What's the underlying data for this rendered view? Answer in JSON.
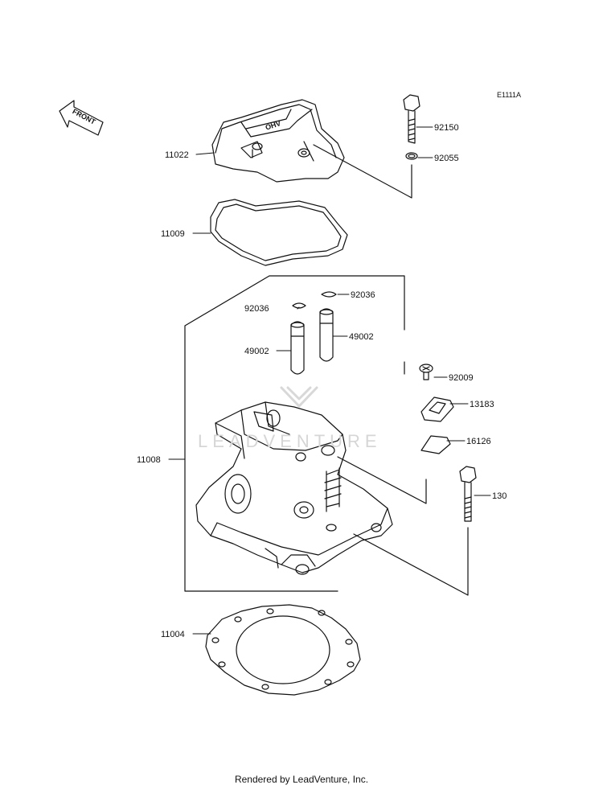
{
  "diagram_code": "E1111A",
  "front_label": "FRONT",
  "cover_emblem": "OHV",
  "watermark_text": "LEADVENTURE",
  "footer_text": "Rendered by LeadVenture, Inc.",
  "parts": [
    {
      "id": "11022"
    },
    {
      "id": "92150"
    },
    {
      "id": "92055"
    },
    {
      "id": "11009"
    },
    {
      "id": "92036"
    },
    {
      "id": "92036"
    },
    {
      "id": "49002"
    },
    {
      "id": "49002"
    },
    {
      "id": "92009"
    },
    {
      "id": "13183"
    },
    {
      "id": "16126"
    },
    {
      "id": "11008"
    },
    {
      "id": "130"
    },
    {
      "id": "11004"
    }
  ]
}
